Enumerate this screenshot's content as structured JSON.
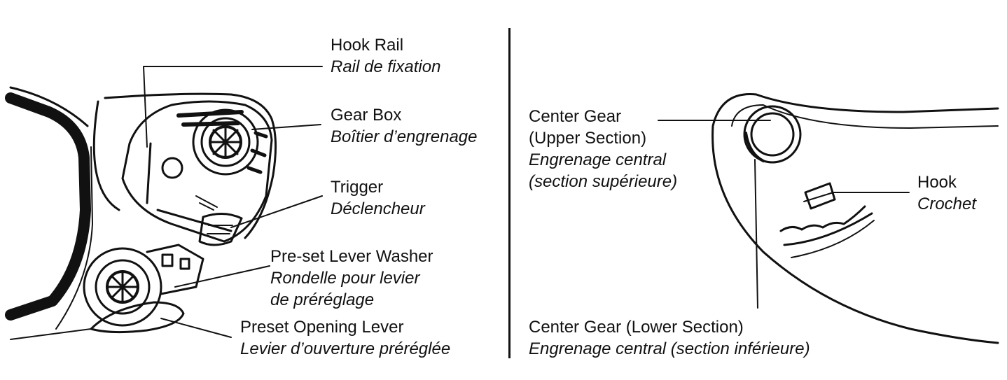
{
  "left_panel": {
    "hook_rail": {
      "en": "Hook Rail",
      "fr": "Rail de fixation"
    },
    "gear_box": {
      "en": "Gear Box",
      "fr": "Boîtier d’engrenage"
    },
    "trigger": {
      "en": "Trigger",
      "fr": "Déclencheur"
    },
    "preset_washer": {
      "en": "Pre-set Lever Washer",
      "fr1": "Rondelle pour levier",
      "fr2": "de préréglage"
    },
    "preset_lever": {
      "en": "Preset Opening Lever",
      "fr": "Levier d’ouverture préréglée"
    }
  },
  "right_panel": {
    "center_gear_upper": {
      "en1": "Center Gear",
      "en2": "(Upper Section)",
      "fr1": "Engrenage central",
      "fr2": "(section supérieure)"
    },
    "hook": {
      "en": "Hook",
      "fr": "Crochet"
    },
    "center_gear_lower": {
      "en": "Center Gear (Lower Section)",
      "fr": "Engrenage central (section inférieure)"
    }
  }
}
